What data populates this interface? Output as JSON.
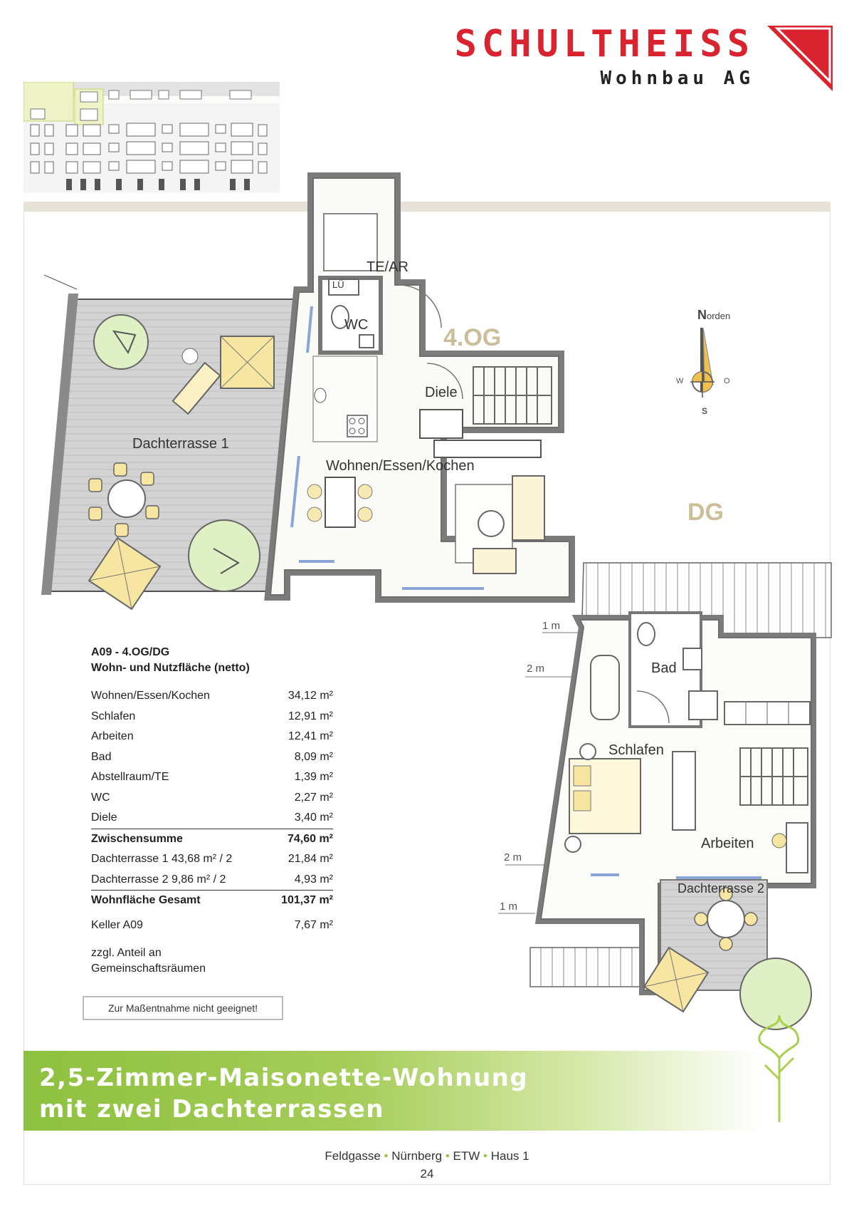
{
  "logo": {
    "name": "SCHULTHEISS",
    "subtitle": "Wohnbau AG",
    "brand_color": "#d9232e"
  },
  "plan": {
    "level_upper": "4.OG",
    "level_lower": "DG",
    "rooms_4og": {
      "te_ar": "TE/AR",
      "lue": "LÜ",
      "wc": "WC",
      "diele": "Diele",
      "dachterrasse1": "Dachterrasse 1",
      "wohnen": "Wohnen/Essen/Kochen"
    },
    "rooms_dg": {
      "bad": "Bad",
      "schlafen": "Schlafen",
      "arbeiten": "Arbeiten",
      "dachterrasse2": "Dachterrasse 2"
    },
    "dimensions": [
      "1 m",
      "2 m",
      "2 m",
      "1 m"
    ],
    "compass": {
      "north_initial": "N",
      "north_rest": "orden",
      "west": "W",
      "east": "O",
      "south": "S"
    }
  },
  "table": {
    "title_line1": "A09 - 4.OG/DG",
    "title_line2": "Wohn- und Nutzfläche (netto)",
    "rows": [
      {
        "label": "Wohnen/Essen/Kochen",
        "value": "34,12 m²"
      },
      {
        "label": "Schlafen",
        "value": "12,91 m²"
      },
      {
        "label": "Arbeiten",
        "value": "12,41 m²"
      },
      {
        "label": "Bad",
        "value": "8,09 m²"
      },
      {
        "label": "Abstellraum/TE",
        "value": "1,39 m²"
      },
      {
        "label": "WC",
        "value": "2,27 m²"
      },
      {
        "label": "Diele",
        "value": "3,40 m²"
      }
    ],
    "subtotal": {
      "label": "Zwischensumme",
      "value": "74,60 m²"
    },
    "terraces": [
      {
        "label": "Dachterrasse 1 43,68 m² / 2",
        "value": "21,84 m²"
      },
      {
        "label": "Dachterrasse 2 9,86 m² / 2",
        "value": "4,93 m²"
      }
    ],
    "total": {
      "label": "Wohnfläche Gesamt",
      "value": "101,37 m²"
    },
    "cellar": {
      "label": "Keller A09",
      "value": "7,67 m²"
    },
    "note_line1": "zzgl. Anteil an",
    "note_line2": "Gemeinschaftsräumen"
  },
  "disclaimer": "Zur Maßentnahme nicht geeignet!",
  "banner": {
    "line1": "2,5-Zimmer-Maisonette-Wohnung",
    "line2": "mit zwei Dachterrassen"
  },
  "footer": {
    "parts": [
      "Feldgasse",
      "Nürnberg",
      "ETW",
      "Haus 1"
    ],
    "separator": "•",
    "page": "24"
  }
}
